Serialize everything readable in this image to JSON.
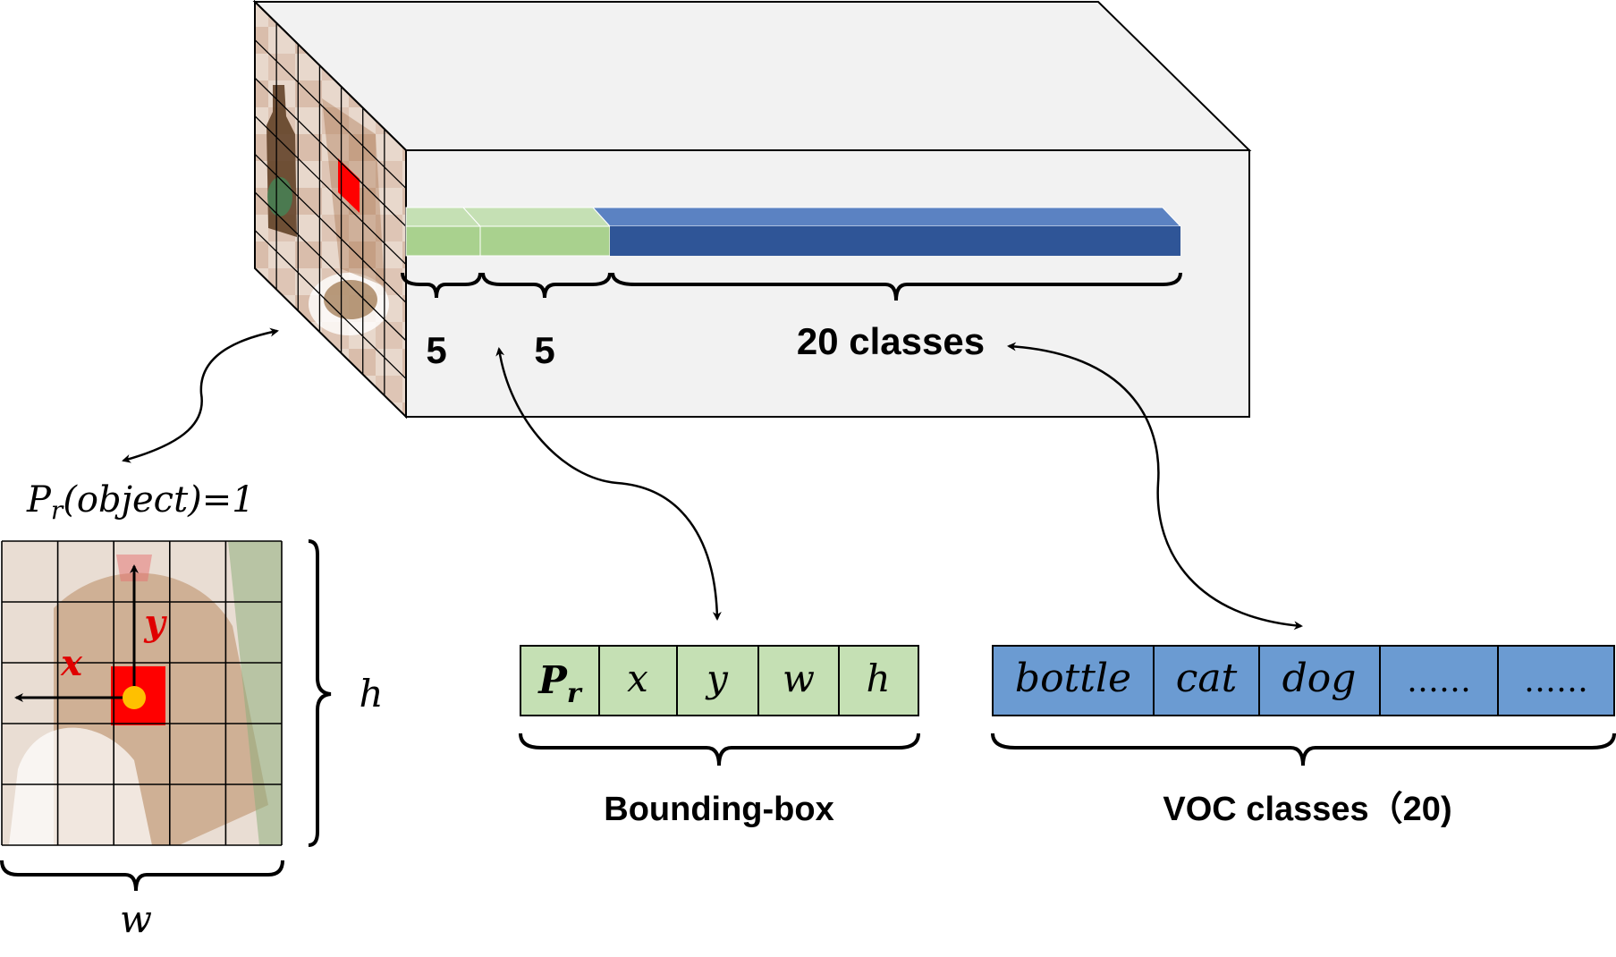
{
  "tensor": {
    "labels": {
      "box1": "5",
      "box2": "5",
      "classes": "20 classes"
    },
    "colors": {
      "face": "#f2f2f2",
      "green": "#a9d18e",
      "blue": "#2f5597",
      "red": "#ff0000"
    }
  },
  "grid_image": {
    "probability": "P",
    "probability_sub": "r",
    "probability_rest": "(object)=1",
    "x_label": "x",
    "y_label": "y",
    "w_label": "w",
    "h_label": "h",
    "colors": {
      "cell": "#ff0000",
      "center_dot": "#ffc000",
      "axis_label": "#e00000"
    }
  },
  "bounding_box": {
    "title": "Bounding-box",
    "pr_main": "P",
    "pr_sub": "r",
    "cells": [
      "x",
      "y",
      "w",
      "h"
    ],
    "color": "#c5e0b4"
  },
  "voc_classes": {
    "title": "VOC classes（20)",
    "cells": [
      "bottle",
      "cat",
      "dog",
      "……",
      "……"
    ],
    "color": "#6b9bd2"
  }
}
